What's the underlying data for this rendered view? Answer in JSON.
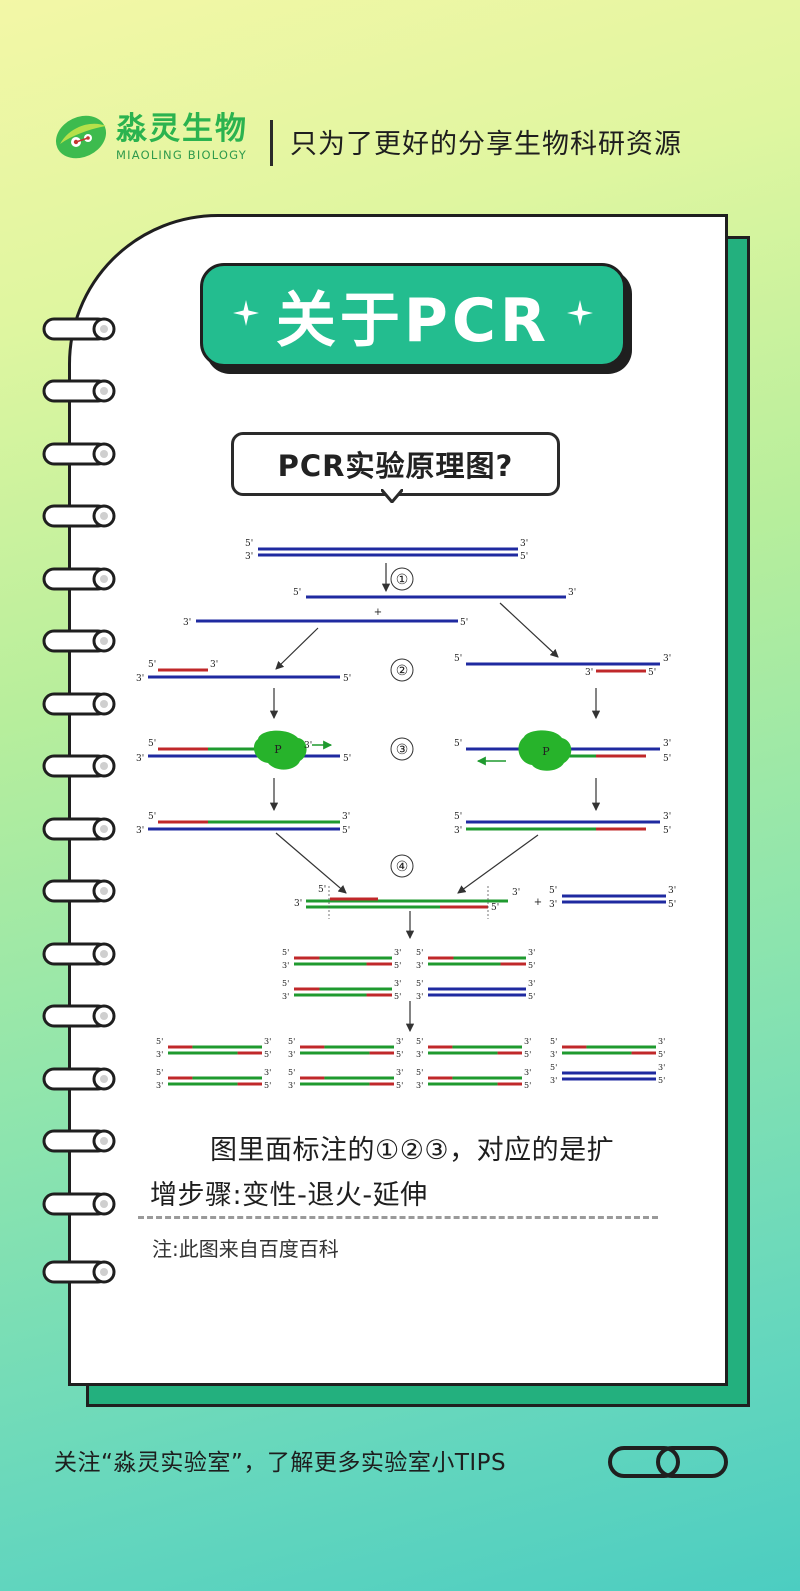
{
  "header": {
    "brand_cn": "淼灵生物",
    "brand_en": "MIAOLING BIOLOGY",
    "slogan": "只为了更好的分享生物科研资源"
  },
  "title": "关于PCR",
  "subtitle": "PCR实验原理图?",
  "diagram": {
    "step_labels": [
      "①",
      "②",
      "③",
      "④"
    ],
    "plus": "+",
    "polymerase_label": "P",
    "end_5": "5'",
    "end_3": "3'",
    "colors": {
      "template": "#1f2aa0",
      "primer": "#c0282a",
      "extension": "#1f9a2f",
      "polymerase": "#27b32b",
      "arrow": "#333333"
    }
  },
  "description": {
    "line1": "图里面标注的①②③，对应的是扩",
    "line2": "增步骤:变性-退火-延伸"
  },
  "note": "注:此图来自百度百科",
  "footer": "关注“淼灵实验室”，了解更多实验室小TIPS",
  "colors": {
    "accent": "#23bd8f",
    "shadow": "#23b07e",
    "brand_green": "#2bb34f"
  }
}
